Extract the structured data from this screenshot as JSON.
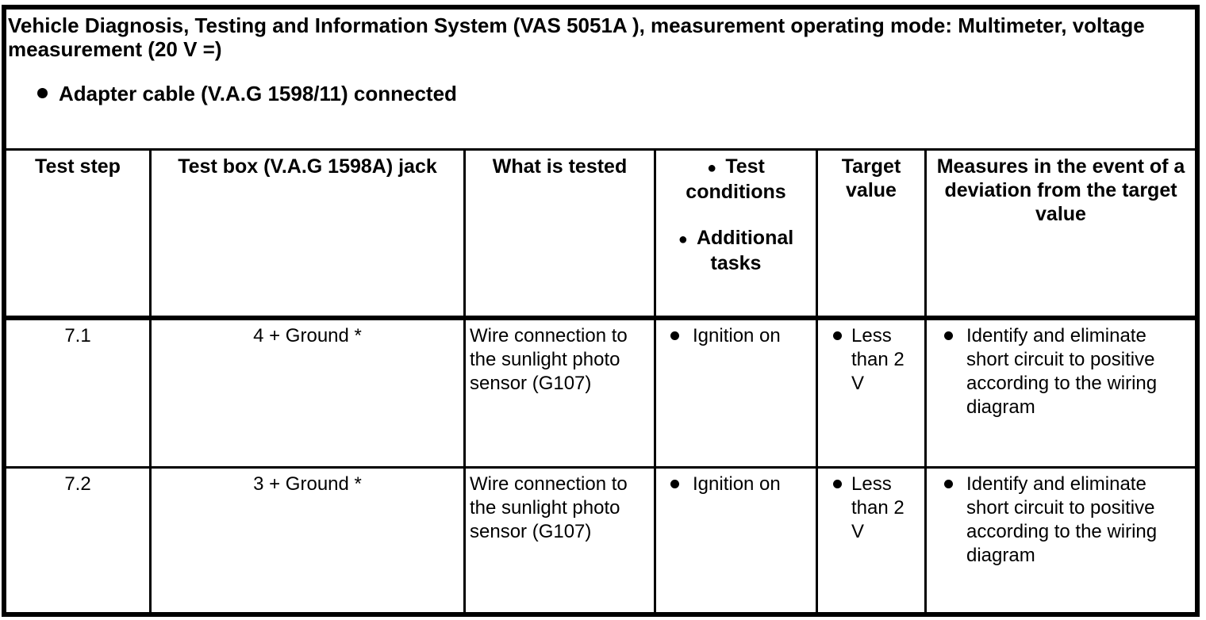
{
  "intro": {
    "title": "Vehicle Diagnosis, Testing and Information System (VAS 5051A ), measurement operating mode: Multimeter, voltage measurement (20 V =)",
    "note": "Adapter cable (V.A.G 1598/11) connected"
  },
  "table": {
    "headers": {
      "test_step": "Test step",
      "jack": "Test box (V.A.G 1598A) jack",
      "what_is_tested": "What is tested",
      "conditions_bullets": [
        "Test conditions",
        "Additional tasks"
      ],
      "target_value": "Target value",
      "measures": "Measures in the event of a deviation from the target value"
    },
    "rows": [
      {
        "test_step": "7.1",
        "jack": "4 + Ground *",
        "what_is_tested": "Wire connection to the sunlight photo sensor (G107)",
        "conditions": [
          "Ignition on"
        ],
        "target_value": [
          "Less than 2 V"
        ],
        "measures": [
          "Identify and eliminate short circuit to positive according to the wiring diagram"
        ]
      },
      {
        "test_step": "7.2",
        "jack": "3 + Ground *",
        "what_is_tested": "Wire connection to the sunlight photo sensor (G107)",
        "conditions": [
          "Ignition on"
        ],
        "target_value": [
          "Less than 2 V"
        ],
        "measures": [
          "Identify and eliminate short circuit to positive according to the wiring diagram"
        ]
      }
    ]
  },
  "colors": {
    "ink": "#000000",
    "paper": "#ffffff"
  }
}
